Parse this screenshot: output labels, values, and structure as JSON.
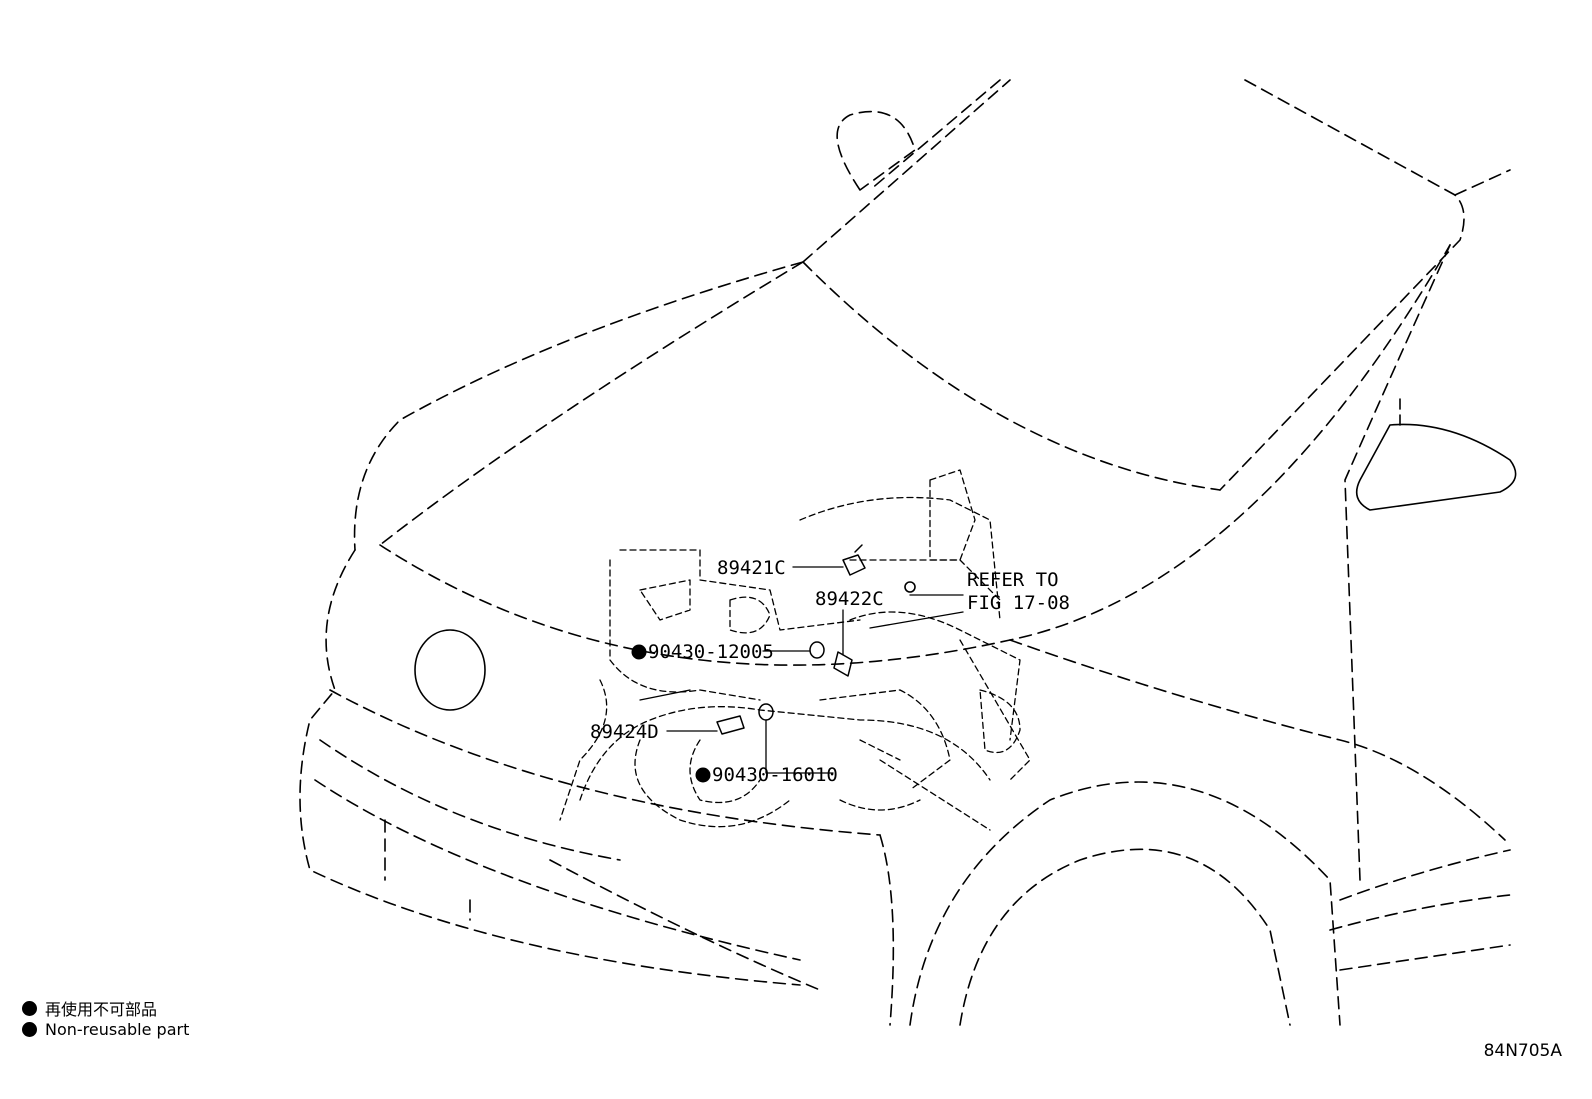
{
  "callouts": {
    "p89421C": "89421C",
    "p89422C": "89422C",
    "refer_line1": "REFER TO",
    "refer_line2": "FIG 17-08",
    "p90430_12005": "90430-12005",
    "p89424D": "89424D",
    "p90430_16010": "90430-16010"
  },
  "legend": {
    "line1": "再使用不可部品",
    "line2": "Non-reusable part",
    "symbol_icon": "filled-circle-icon"
  },
  "diagram_id": "84N705A",
  "colors": {
    "ink": "#000000",
    "paper": "#ffffff"
  }
}
